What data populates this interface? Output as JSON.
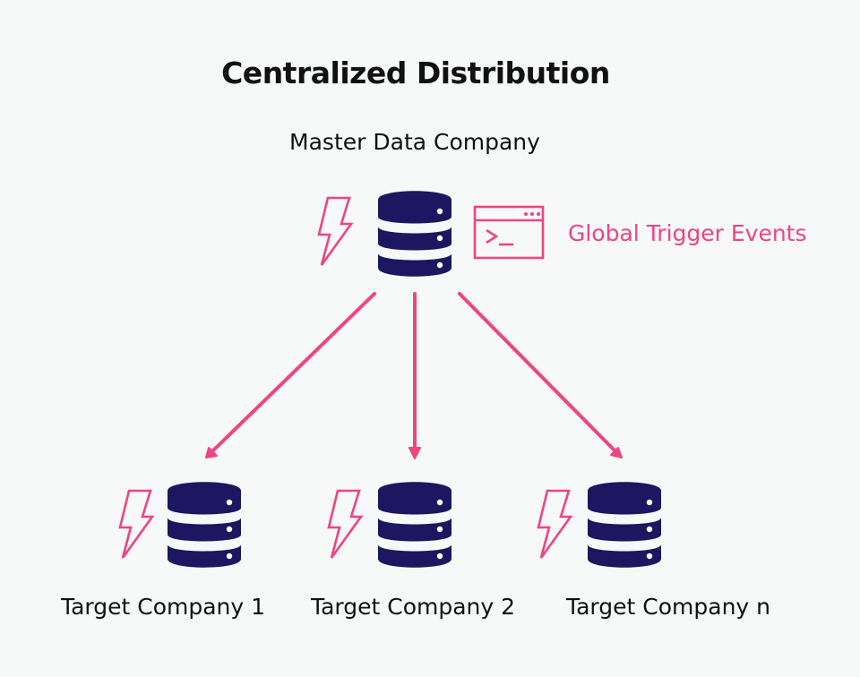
{
  "diagram": {
    "title": "Centralized Distribution",
    "master": {
      "label": "Master Data Company"
    },
    "trigger": {
      "label": "Global Trigger Events",
      "icon": "terminal-window-icon"
    },
    "targets": [
      {
        "label": "Target Company 1"
      },
      {
        "label": "Target Company 2"
      },
      {
        "label": "Target Company n"
      }
    ]
  },
  "colors": {
    "background": "#f7f8f8",
    "database": "#1c1760",
    "accent": "#ef4483",
    "text": "#111111"
  },
  "icons": {
    "database": "database-icon",
    "lightning": "lightning-bolt-icon",
    "arrow": "arrow-down-icon"
  }
}
